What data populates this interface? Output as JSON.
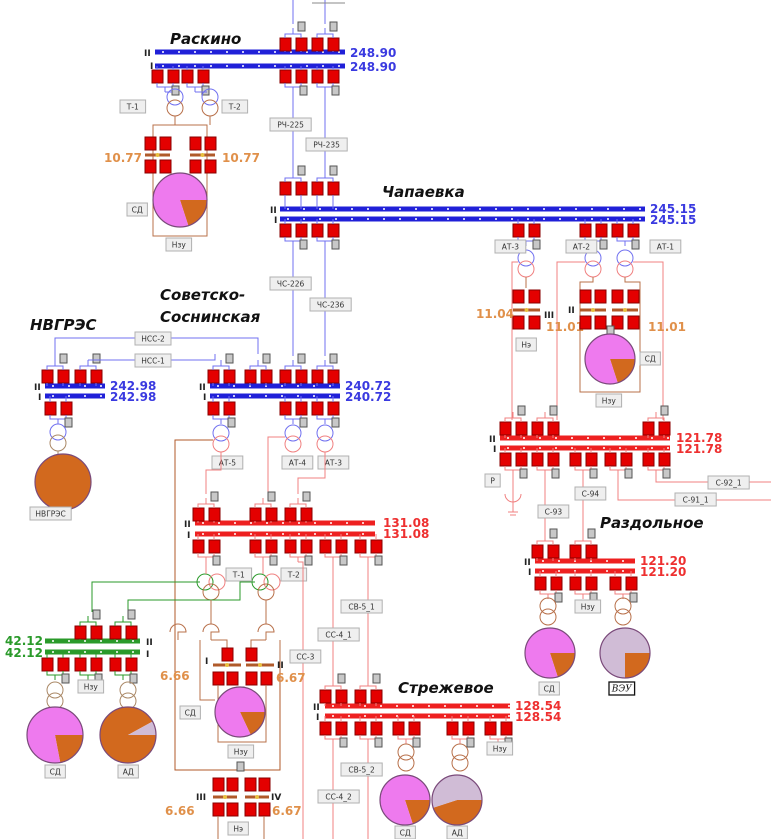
{
  "colors": {
    "bus_220": "#2020d8",
    "bus_110": "#ee2020",
    "bus_35": "#2a9a2a",
    "breaker": "#e40000",
    "line_220": "#7070f0",
    "line_110": "#f08080",
    "line_lv": "#b8704a",
    "pie_pink": "#ee7aee",
    "pie_orange": "#d2691e",
    "pie_lavender": "#d0bcd6"
  },
  "sections": {
    "ii": "II",
    "i": "I",
    "iii": "III",
    "iv": "IV"
  },
  "stations": {
    "raskino": {
      "title": "Раскино",
      "v2": "248.90",
      "v1": "248.90",
      "t1": "Т-1",
      "t2": "Т-2",
      "lv_left": "10.77",
      "lv_right": "10.77",
      "load": "СД",
      "aux": "Нзу"
    },
    "chapaevka": {
      "title": "Чапаевка",
      "v2": "245.15",
      "v1": "245.15",
      "at1": "АТ-1",
      "at2": "АТ-2",
      "at3": "АТ-3",
      "lv_a": "11.04",
      "lv_b": "11.01",
      "lv_c": "11.01",
      "aux_e": "Нэ",
      "load": "СД",
      "aux": "Нзу",
      "bus110_v2": "121.78",
      "bus110_v1": "121.78",
      "reactor": "Р"
    },
    "ngres": {
      "title": "НВГРЭС",
      "v2": "242.98",
      "v1": "242.98",
      "gen": "НВГРЭС"
    },
    "sovsos": {
      "title_1": "Советско-",
      "title_2": "Соснинская",
      "v2": "240.72",
      "v1": "240.72",
      "at5": "АТ-5",
      "at4": "АТ-4",
      "at3": "АТ-3",
      "bus110_v2": "131.08",
      "bus110_v1": "131.08",
      "t1": "Т-1",
      "t2": "Т-2",
      "bus35_v2": "42.12",
      "bus35_v1": "42.12",
      "aux35": "Нзу",
      "load35_sd": "СД",
      "load35_ad": "АД",
      "lv_a": "6.66",
      "lv_b": "6.67",
      "lv_c": "6.66",
      "lv_d": "6.67",
      "load6": "СД",
      "aux6": "Нзу",
      "aux6e": "Нэ"
    },
    "razdolnoe": {
      "title": "Раздольное",
      "v2": "121.20",
      "v1": "121.20",
      "aux": "Нзу",
      "load": "СД",
      "wind": "ВЭУ"
    },
    "strezhevoe": {
      "title": "Стрежевое",
      "v2": "128.54",
      "v1": "128.54",
      "aux": "Нзу",
      "load_sd": "СД",
      "load_ad": "АД"
    }
  },
  "lines": {
    "rch225": "РЧ-225",
    "rch235": "РЧ-235",
    "chs226": "ЧС-226",
    "chs236": "ЧС-236",
    "nss1": "НСС-1",
    "nss2": "НСС-2",
    "s93": "С-93",
    "s94": "С-94",
    "s91": "С-91_1",
    "s92": "С-92_1",
    "ss3": "СС-3",
    "ss41": "СС-4_1",
    "ss42": "СС-4_2",
    "sv51": "СВ-5_1",
    "sv52": "СВ-5_2"
  },
  "pies": {
    "raskino_sd": {
      "orange": 0.2,
      "pink": 0.8,
      "lavender": 0
    },
    "chapaevka_sd": {
      "orange": 0.2,
      "pink": 0.8,
      "lavender": 0
    },
    "ngres_gen": {
      "orange": 1,
      "pink": 0,
      "lavender": 0
    },
    "sovsos35_sd": {
      "orange": 0.22,
      "pink": 0.78,
      "lavender": 0
    },
    "sovsos35_ad": {
      "orange": 0.92,
      "pink": 0,
      "lavender": 0.08
    },
    "sovsos6_sd": {
      "orange": 0.18,
      "pink": 0.82,
      "lavender": 0
    },
    "razdolnoe_sd": {
      "orange": 0.2,
      "pink": 0.8,
      "lavender": 0
    },
    "razdolnoe_veu": {
      "orange": 0.25,
      "pink": 0,
      "lavender": 0.75
    },
    "strezhevoe_sd": {
      "orange": 0.2,
      "pink": 0.8,
      "lavender": 0
    },
    "strezhevoe_ad": {
      "orange": 0.45,
      "pink": 0,
      "lavender": 0.55
    }
  }
}
